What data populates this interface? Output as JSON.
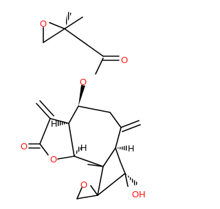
{
  "molecule": {
    "atom_labels": {
      "epoxide_top_o": "O",
      "ester_carbonyl_o": "O",
      "ester_link_o": "O",
      "lactone_carbonyl_o": "O",
      "lactone_ring_o": "O",
      "spiro_epoxide_o": "O",
      "hydroxyl_oh": "OH",
      "stereo_h_upper": "H",
      "stereo_h_right": "H",
      "stereo_h_lower": "H"
    },
    "colors": {
      "bond": "#000000",
      "oxygen": "#ff0d0d",
      "hydrogen": "#000000",
      "background": "#ffffff"
    }
  }
}
